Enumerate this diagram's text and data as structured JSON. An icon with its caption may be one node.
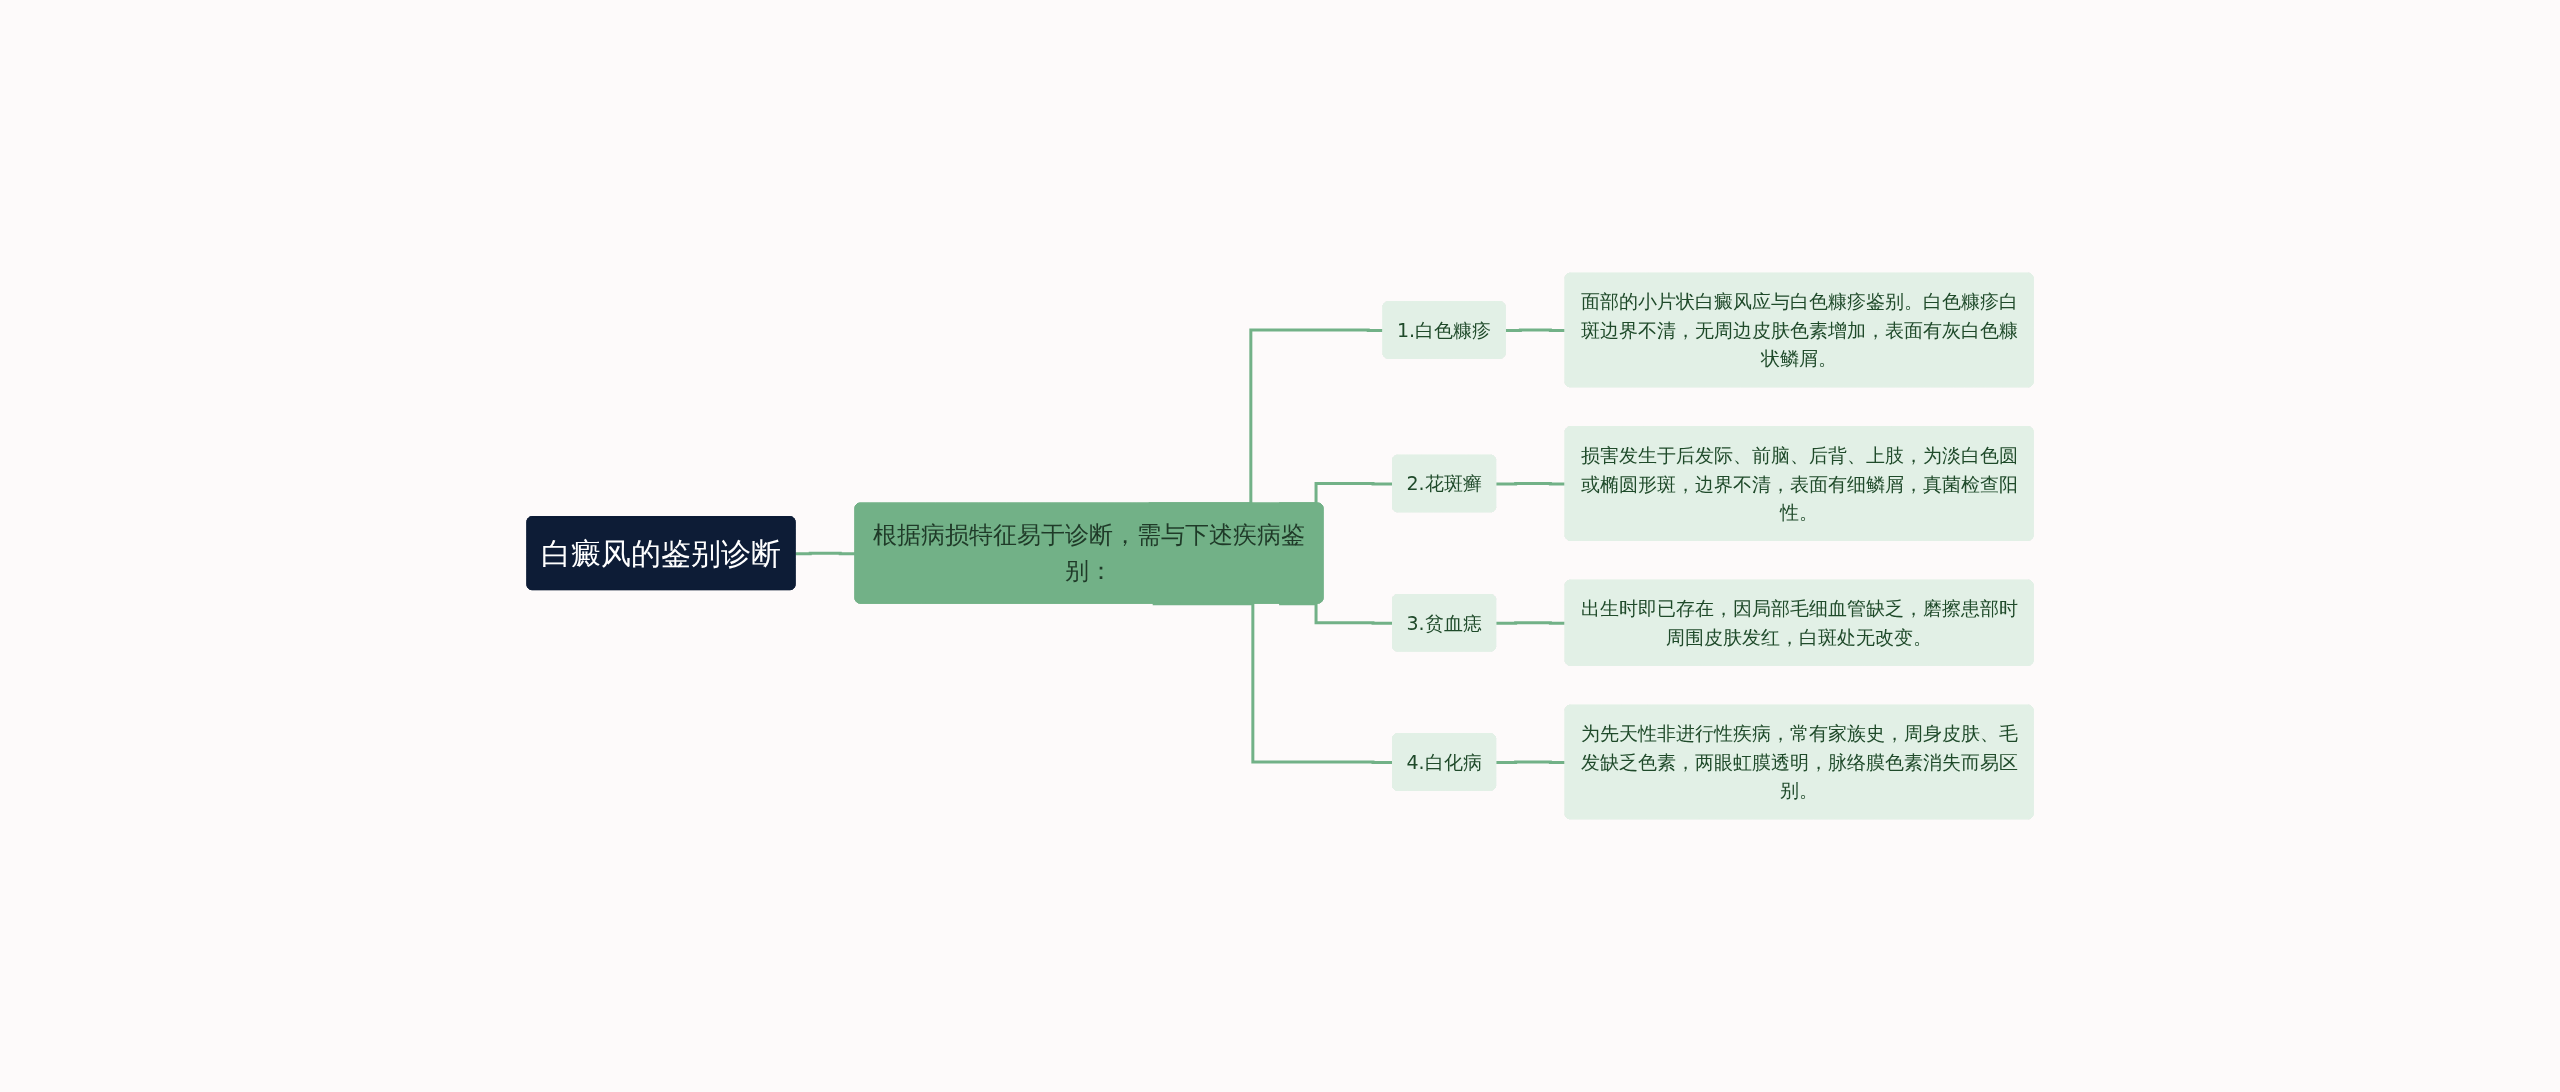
{
  "diagram": {
    "nodes": [
      {
        "text": [
          "白癜风的鉴别诊断"
        ]
      },
      {
        "text": [
          "根据病损特征易于诊断，需与下述疾病鉴别："
        ]
      },
      {
        "text": [
          "1.白色糠疹"
        ]
      },
      {
        "text": [
          "面部的小片状白癜风应与白色糠疹鉴别。白色糠疹白斑边界不清，无周边皮肤色素增加，表面有灰白色糠状鳞屑。"
        ]
      },
      {
        "text": [
          "2.花斑癣"
        ]
      },
      {
        "text": [
          "损害发生于后发际、前脑、后背、上肢，为淡白色圆或椭圆形斑，边界不清，表面有细鳞屑，真菌检查阳性。"
        ]
      },
      {
        "text": [
          "3.贫血痣"
        ]
      },
      {
        "text": [
          "出生时即已存在，因局部毛细血管缺乏，磨擦患部时周围皮肤发红，白斑处无改变。"
        ]
      },
      {
        "text": [
          "4.白化病"
        ]
      },
      {
        "text": [
          "为先天性非进行性疾病，常有家族史，周身皮肤、毛发缺乏色素，两眼虹膜透明，脉络膜色素消失而易区别。"
        ]
      }
    ],
    "edges": [
      {
        "from": 0,
        "to": 1,
        "arrow": "none"
      },
      {
        "from": 1,
        "to": 2,
        "arrow": "none"
      },
      {
        "from": 2,
        "to": 3,
        "arrow": "none"
      },
      {
        "from": 1,
        "to": 4,
        "arrow": "none"
      },
      {
        "from": 4,
        "to": 5,
        "arrow": "none"
      },
      {
        "from": 1,
        "to": 6,
        "arrow": "none"
      },
      {
        "from": 6,
        "to": 7,
        "arrow": "none"
      },
      {
        "from": 1,
        "to": 8,
        "arrow": "none"
      },
      {
        "from": 8,
        "to": 9,
        "arrow": "none"
      }
    ]
  }
}
